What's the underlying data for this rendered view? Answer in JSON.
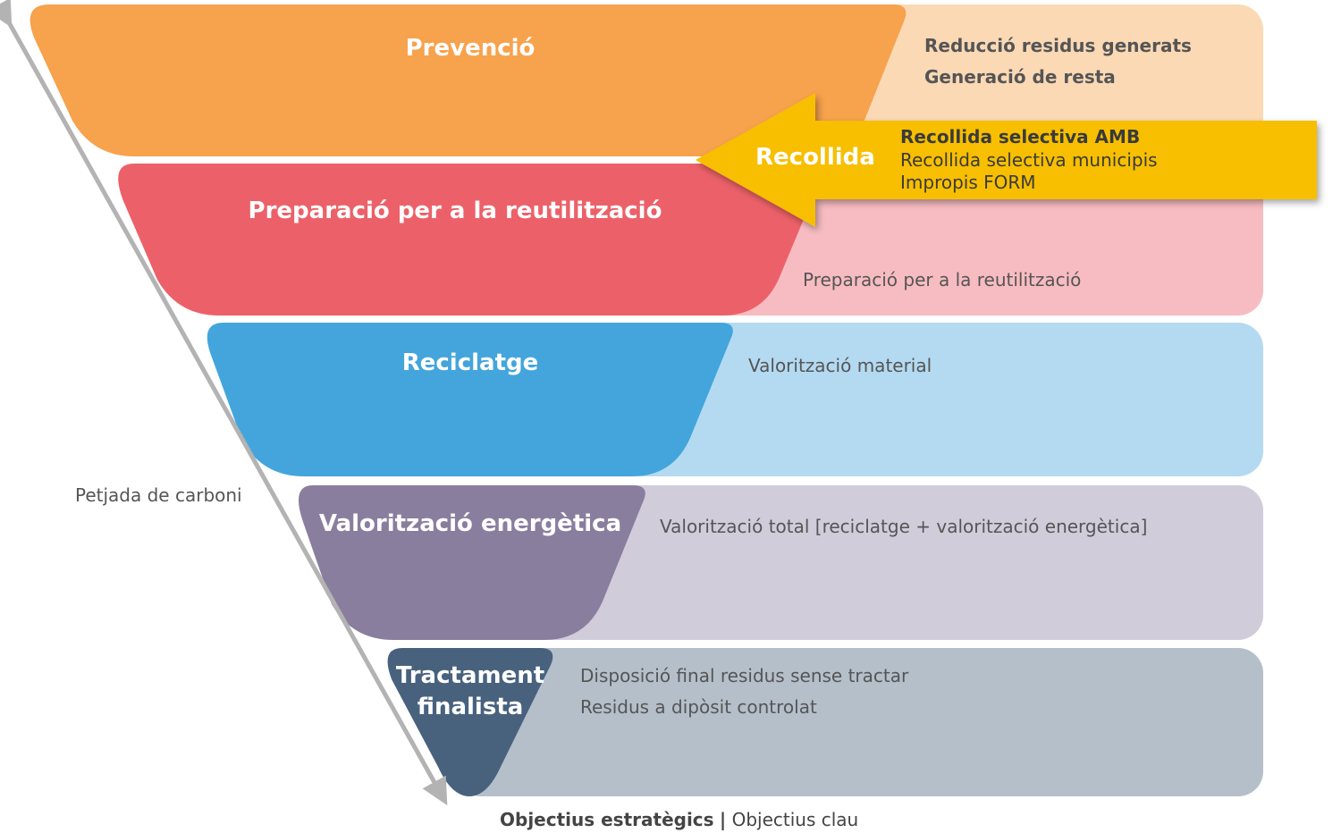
{
  "tiers": [
    {
      "title": "Prevenció",
      "descriptions": [
        "Reducció residus generats",
        "Generació de resta"
      ],
      "desc_bold": true,
      "colors": {
        "shape": "#F7A24D",
        "band": "#FBD9B5"
      }
    },
    {
      "title": "Preparació per a la reutilització",
      "descriptions": [
        "Preparació per a la reutilització"
      ],
      "desc_bold": false,
      "colors": {
        "shape": "#EC6169",
        "band": "#F7BCC1"
      }
    },
    {
      "title": "Reciclatge",
      "descriptions": [
        "Valorització material"
      ],
      "desc_bold": false,
      "colors": {
        "shape": "#43A5DC",
        "band": "#B4DAF1"
      }
    },
    {
      "title": "Valorització energètica",
      "descriptions": [
        "Valorització total [reciclatge + valorització energètica]"
      ],
      "desc_bold": false,
      "colors": {
        "shape": "#8A7E9F",
        "band": "#D1CCDA"
      }
    },
    {
      "title": "Tractament finalista",
      "title_lines": [
        "Tractament",
        "finalista"
      ],
      "descriptions": [
        "Disposició final residus sense tractar",
        "Residus a dipòsit controlat"
      ],
      "desc_bold": false,
      "colors": {
        "shape": "#48627E",
        "band": "#B5BFCA"
      }
    }
  ],
  "collection_arrow": {
    "title": "Recollida",
    "lines": [
      "Recollida selectiva AMB",
      "Recollida selectiva municipis",
      "Impropis FORM"
    ],
    "color": "#F7BF00"
  },
  "side_arrow": {
    "label": "Petjada de carboni",
    "color": "#B3B3B3"
  },
  "footer": {
    "bold": "Objectius estratègics",
    "separator": "|",
    "normal": "Objectius clau"
  }
}
